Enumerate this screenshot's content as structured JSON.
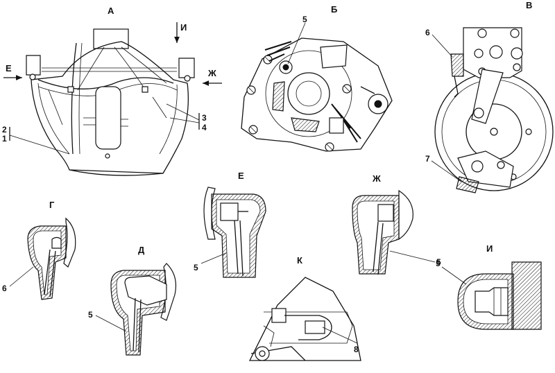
{
  "views": {
    "A": "А",
    "B": "Б",
    "V": "В",
    "G": "Г",
    "D": "Д",
    "E": "Е",
    "Zh": "Ж",
    "K": "К",
    "I": "И"
  },
  "arrows": {
    "I": "И",
    "E": "Е",
    "Zh": "Ж"
  },
  "callouts": {
    "n1": "1",
    "n2": "2",
    "n3": "3",
    "n4": "4",
    "n5_b": "5",
    "n5_d": "5",
    "n5_e": "5",
    "n5_zh": "5",
    "n5_i": "5",
    "n6_v": "6",
    "n6_g": "6",
    "n7": "7",
    "n8": "8"
  }
}
